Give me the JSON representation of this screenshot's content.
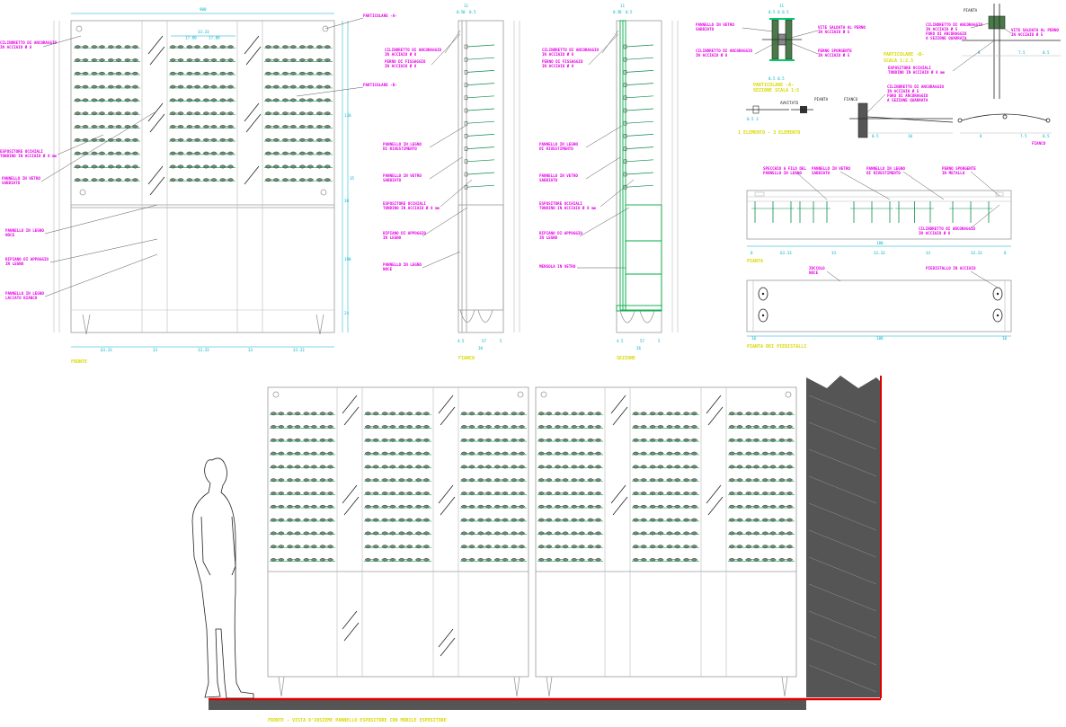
{
  "labels": {
    "particolare_a": "PARTICOLARE -A-",
    "particolare_b": "PARTICOLARE -B-",
    "cilindretto_front": "CILINDRETTO DI ANCORAGGIO",
    "cilindretto_front_sub": "IN ACCIAIO Ø 8",
    "espositore_front": "ESPOSITORE OCCHIALI",
    "espositore_front_sub": "TONDINO IN ACCIAIO Ø 8 mm",
    "pannello_vetro_front": "PANNELLO IN VETRO",
    "pannello_vetro_front_sub": "SABBIATO",
    "pannello_legno_front": "PANNELLO IN LEGNO",
    "pannello_legno_front_sub": "NOCE",
    "ripiano_front": "RIPIANO DI APPOGGIO",
    "ripiano_front_sub": "IN LEGNO",
    "pannello_laccato": "PANNELLO IN LEGNO",
    "pannello_laccato_sub": "LACCATO BIANCO",
    "fianco1_cil": "CILINDRETTO DI ANCORAGGIO",
    "fianco1_cil_sub": "IN ACCIAIO Ø 8",
    "fianco1_perno": "PERNO DI FISSAGGIO",
    "fianco1_perno_sub": "IN ACCIAIO Ø 8",
    "fianco1_leg": "PANNELLO IN LEGNO",
    "fianco1_leg_sub": "DI RIVESTIMENTO",
    "fianco1_vetro": "PANNELLO IN VETRO",
    "fianco1_vetro_sub": "SABBIATO",
    "fianco1_esp": "ESPOSITORE OCCHIALI",
    "fianco1_esp_sub": "TONDINO IN ACCIAIO Ø 8 mm",
    "fianco1_rip": "RIPIANO DI APPOGGIO",
    "fianco1_rip_sub": "IN LEGNO",
    "fianco1_noce": "PANNELLO IN LEGNO",
    "fianco1_noce_sub": "NOCE",
    "fianco2_cil": "CILINDRETTO DI ANCORAGGIO",
    "fianco2_cil_sub": "IN ACCIAIO Ø 8",
    "fianco2_perno": "PERNO DI FISSAGGIO",
    "fianco2_perno_sub": "IN ACCIAIO Ø 8",
    "fianco2_leg": "PANNELLO IN LEGNO",
    "fianco2_leg_sub": "DI RIVESTIMENTO",
    "fianco2_vetro": "PANNELLO IN VETRO",
    "fianco2_vetro_sub": "SABBIATO",
    "fianco2_esp": "ESPOSITORE OCCHIALI",
    "fianco2_esp_sub": "TONDINO IN ACCIAIO Ø 8 mm",
    "fianco2_rip": "RIPIANO DI APPOGGIO",
    "fianco2_rip_sub": "IN LEGNO",
    "fianco2_mens": "MENSOLA IN VETRO",
    "detA_vetro": "PANNELLO IN VETRO",
    "detA_vetro_sub": "SABBIATO",
    "detA_cil": "CILINDRETTO DI ANCORAGGIO",
    "detA_cil_sub": "IN ACCIAIO Ø 8",
    "detA_vite": "VITE SALDATA AL PERNO",
    "detA_vite_sub": "IN ACCIAIO Ø 5",
    "detA_perno": "PERNO SPORGENTE",
    "detA_perno_sub": "IN ACCIAIO Ø 5",
    "detA_title": "PARTICOLARE -A-",
    "detA_scale": "SEZIONE   SCALA 1:5",
    "detB_pianta": "PIANTA",
    "detB_cil": "CILINDRETTO DI ANCORAGGIO",
    "detB_cil_sub": "IN ACCIAIO Ø 5",
    "detB_cil_sub2": "FORO DI ANCORAGGIO",
    "detB_cil_sub3": "A SEZIONE QUADRATA",
    "detB_vite": "VITE SALDATA AL PERNO",
    "detB_vite_sub": "IN ACCIAIO Ø 5",
    "detB_title": "PARTICOLARE -B-",
    "detB_scale": "SCALA 1:2.5",
    "detB_esp": "ESPOSITORE OCCHIALI",
    "detB_esp_sub": "TONDINO IN ACCIAIO Ø 8 mm",
    "detB_fianco": "FIANCO",
    "detB_cil2": "CILINDRETTO DI ANCORAGGIO",
    "detB_cil2_sub": "IN ACCIAIO Ø 5",
    "detB_cil2_sub2": "FORO DI ANCORAGGIO",
    "detB_cil2_sub3": "A SEZIONE QUADRATA",
    "detB_elementi": "1 ELEMENTO - 3 ELEMENTO",
    "detB_avvitato": "AVVITATO",
    "detB_pianta2": "PIANTA",
    "detB_fianco2": "FIANCO",
    "pianta_specchio": "SPECCHIO A FILO DEL",
    "pianta_specchio_sub": "PANNELLO IN LEGNO",
    "pianta_vetro": "PANNELLO IN VETRO",
    "pianta_vetro_sub": "SABBIATO",
    "pianta_legno": "PANNELLO IN LEGNO",
    "pianta_legno_sub": "DI RIVESTIMENTO",
    "pianta_perno": "PERNO SPORGENTE",
    "pianta_perno_sub": "IN METALLO",
    "pianta_cil": "CILINDRETTO DI ANCORAGGIO",
    "pianta_cil_sub": "IN ACCIAIO Ø 8",
    "pianta_title": "PIANTA",
    "piedi_zoccolo": "ZOCCOLO",
    "piedi_zoccolo_sub": "NOCE",
    "piedi_piedistallo": "PIEDISTALLO IN ACCIAIO",
    "piedi_title": "PIANTA DEI PIEDISTALLI"
  },
  "titles": {
    "fronte": "FRONTE",
    "fianco1": "FIANCO",
    "sezione": "SEZIONE",
    "bottom": "FRONTE - VISTA D'INSIEME PANNELLO ESPOSITORE CON MOBILE ESPOSITORE"
  },
  "dims": {
    "front_top": "900",
    "front_inner_1": "33.33",
    "front_inner_2": "17.00",
    "front_inner_3": "17.00",
    "front_bottom": [
      "63.33",
      "33",
      "33.33",
      "33",
      "33.33"
    ],
    "fianco1_top": [
      "11",
      "0.5",
      "8",
      "0.5"
    ],
    "fianco1_bottom": [
      "4.5",
      "57",
      "5",
      "36"
    ],
    "fianco2_top": [
      "11",
      "0.5",
      "8",
      "0.5"
    ],
    "fianco2_bottom": [
      "4.5",
      "57",
      "5",
      "36"
    ],
    "pianta_bottom": [
      "8",
      "63.33",
      "33",
      "33.33",
      "33",
      "33.33",
      "8"
    ],
    "pianta_total": "180",
    "piedi_total": "180",
    "piedi_side": [
      "10",
      "10"
    ],
    "right_vert": [
      "130",
      "30",
      "190",
      "24",
      "35"
    ]
  }
}
